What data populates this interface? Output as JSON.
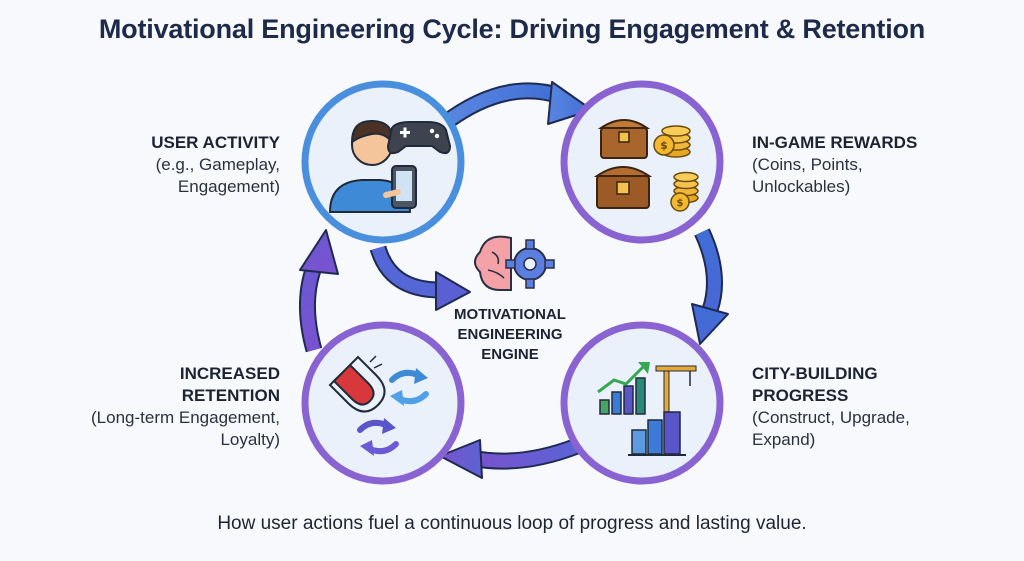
{
  "title": "Motivational Engineering Cycle: Driving Engagement & Retention",
  "nodes": {
    "activity": {
      "heading": "USER ACTIVITY",
      "lines": [
        "(e.g., Gameplay,",
        "Engagement)"
      ]
    },
    "rewards": {
      "heading": "IN-GAME REWARDS",
      "lines": [
        "(Coins, Points,",
        "Unlockables)"
      ]
    },
    "city": {
      "heading_lines": [
        "CITY-BUILDING",
        "PROGRESS"
      ],
      "lines": [
        "(Construct, Upgrade,",
        "Expand)"
      ]
    },
    "retention": {
      "heading_lines": [
        "INCREASED",
        "RETENTION"
      ],
      "lines": [
        "(Long-term Engagement,",
        "Loyalty)"
      ]
    }
  },
  "center": {
    "lines": [
      "MOTIVATIONAL",
      "ENGINEERING",
      "ENGINE"
    ]
  },
  "footer": "How user actions fuel a continuous loop of progress and lasting value.",
  "colors": {
    "blue_ring": "#4a8fde",
    "purple_ring": "#8a63d2",
    "arrow_blue": "#3d74d9",
    "arrow_purple": "#7a52cf",
    "circle_fill": "#eaf1fb"
  }
}
